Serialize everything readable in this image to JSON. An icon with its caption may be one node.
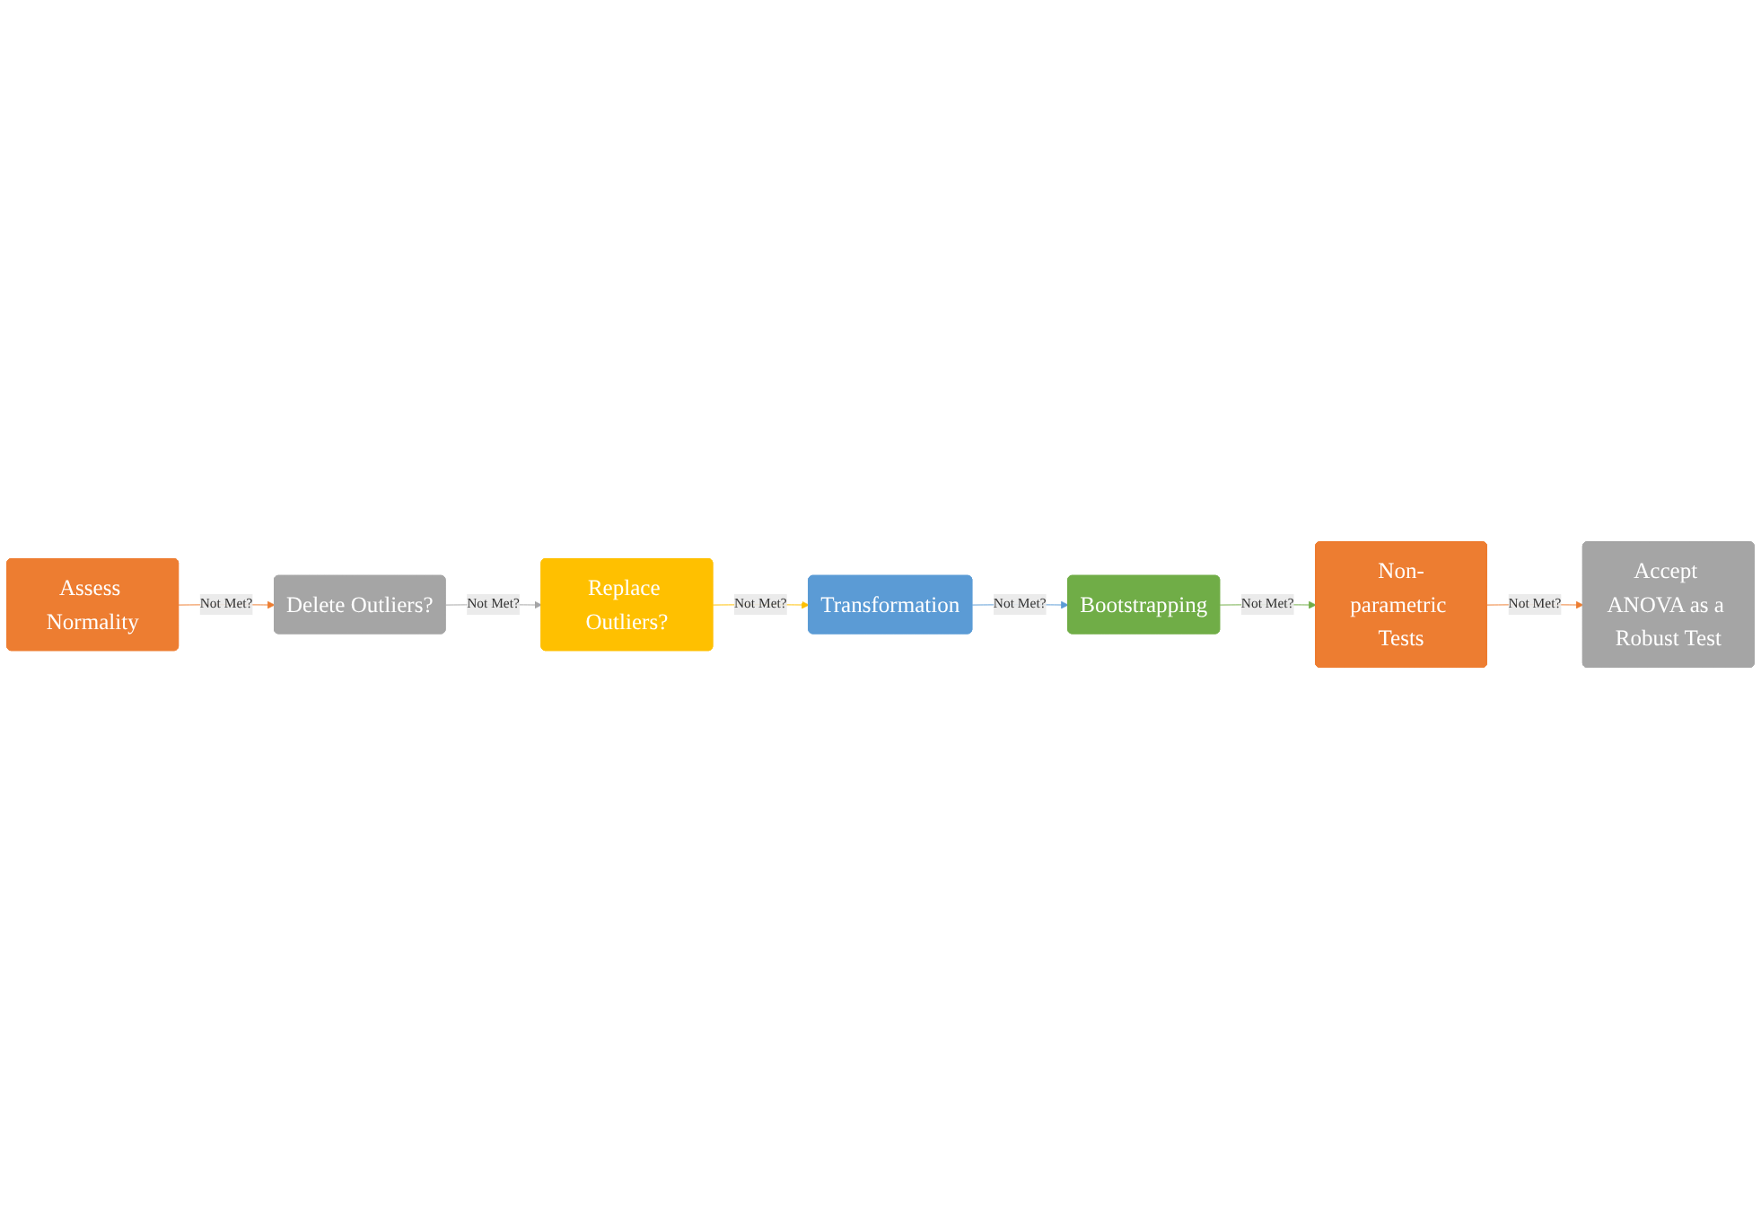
{
  "diagram": {
    "nodes": [
      {
        "text": [
          "Assess Normality"
        ]
      },
      {
        "text": [
          "Delete Outliers?"
        ]
      },
      {
        "text": [
          "Replace Outliers?"
        ]
      },
      {
        "text": [
          "Transformation"
        ]
      },
      {
        "text": [
          "Bootstrapping"
        ]
      },
      {
        "text": [
          "Non-parametric Tests"
        ]
      },
      {
        "text": [
          "Accept ANOVA as a Robust Test"
        ]
      }
    ],
    "edges": [
      {
        "from": 0,
        "to": 1,
        "arrow": "to",
        "label": "Not Met?",
        "color": "#ed7d31"
      },
      {
        "from": 1,
        "to": 2,
        "arrow": "to",
        "label": "Not Met?",
        "color": "#a5a5a5"
      },
      {
        "from": 2,
        "to": 3,
        "arrow": "to",
        "label": "Not Met?",
        "color": "#ffc000"
      },
      {
        "from": 3,
        "to": 4,
        "arrow": "to",
        "label": "Not Met?",
        "color": "#5b9bd5"
      },
      {
        "from": 4,
        "to": 5,
        "arrow": "to",
        "label": "Not Met?",
        "color": "#70ad47"
      },
      {
        "from": 5,
        "to": 6,
        "arrow": "to",
        "label": "Not Met?",
        "color": "#ed7d31"
      }
    ]
  }
}
